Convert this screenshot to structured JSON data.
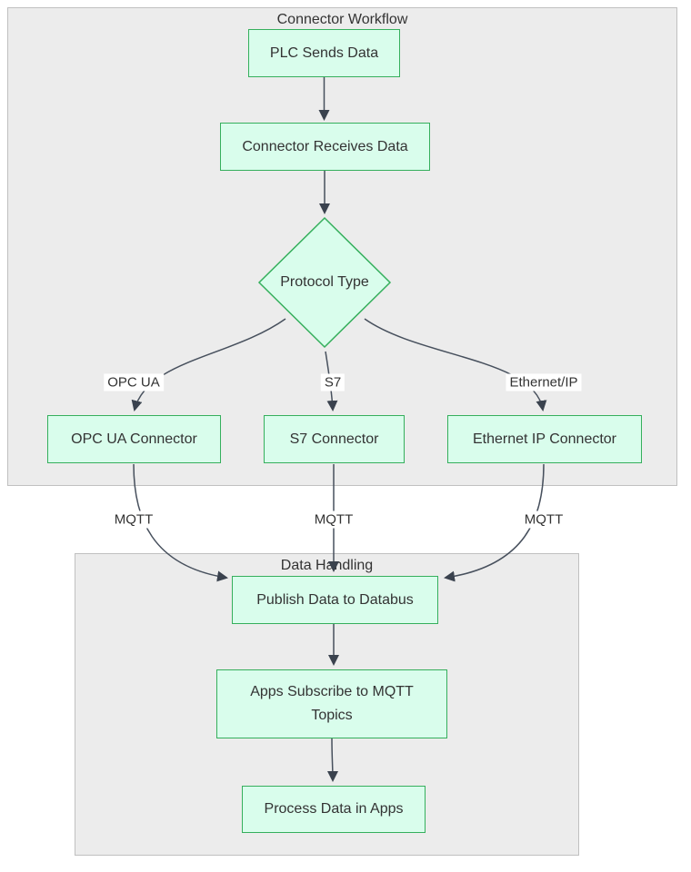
{
  "diagram": {
    "type": "flowchart",
    "clusters": [
      {
        "id": "connector-workflow",
        "title": "Connector Workflow"
      },
      {
        "id": "data-handling",
        "title": "Data Handling"
      }
    ],
    "nodes": [
      {
        "id": "plc",
        "shape": "rect",
        "label": "PLC Sends Data"
      },
      {
        "id": "recv",
        "shape": "rect",
        "label": "Connector Receives Data"
      },
      {
        "id": "protocol",
        "shape": "diamond",
        "label": "Protocol Type"
      },
      {
        "id": "opcua",
        "shape": "rect",
        "label": "OPC UA Connector"
      },
      {
        "id": "s7",
        "shape": "rect",
        "label": "S7 Connector"
      },
      {
        "id": "eip",
        "shape": "rect",
        "label": "Ethernet IP Connector"
      },
      {
        "id": "publish",
        "shape": "rect",
        "label": "Publish Data to Databus"
      },
      {
        "id": "apps",
        "shape": "rect",
        "label": "Apps Subscribe to MQTT Topics"
      },
      {
        "id": "process",
        "shape": "rect",
        "label": "Process Data in Apps"
      }
    ],
    "edges": [
      {
        "from": "plc",
        "to": "recv",
        "label": ""
      },
      {
        "from": "recv",
        "to": "protocol",
        "label": ""
      },
      {
        "from": "protocol",
        "to": "opcua",
        "label": "OPC UA"
      },
      {
        "from": "protocol",
        "to": "s7",
        "label": "S7"
      },
      {
        "from": "protocol",
        "to": "eip",
        "label": "Ethernet/IP"
      },
      {
        "from": "opcua",
        "to": "publish",
        "label": "MQTT"
      },
      {
        "from": "s7",
        "to": "publish",
        "label": "MQTT"
      },
      {
        "from": "eip",
        "to": "publish",
        "label": "MQTT"
      },
      {
        "from": "publish",
        "to": "apps",
        "label": ""
      },
      {
        "from": "apps",
        "to": "process",
        "label": ""
      }
    ],
    "edge_labels": [
      "OPC UA",
      "S7",
      "Ethernet/IP",
      "MQTT",
      "MQTT",
      "MQTT"
    ],
    "colors": {
      "node_fill": "#d9fdec",
      "node_border": "#35af5c",
      "cluster_fill": "#ececec",
      "cluster_border": "#c0c0c0",
      "edge_stroke": "#47505d",
      "text": "#333333",
      "canvas": "#ffffff"
    }
  }
}
